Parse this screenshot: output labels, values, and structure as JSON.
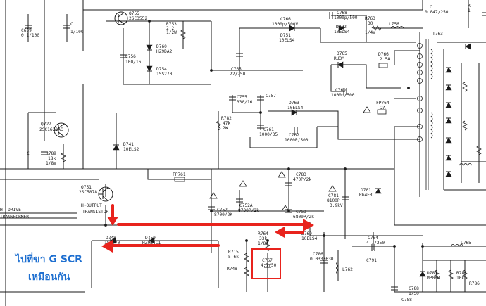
{
  "labels": {
    "c659": "C659",
    "c659v": "0.1/100",
    "c_top": "C",
    "c_topv": "1/100",
    "q755": "Q755",
    "q755v": "2SC3552",
    "r753": "R753",
    "r753v": "2.2",
    "r753w": "1/2W",
    "d760": "D760",
    "d760v": "HZ9DA2",
    "d754": "D754",
    "d754v": "1SS270",
    "c756": "C756",
    "c756v": "100/16",
    "c766": "C766",
    "c766v": "1000p/500V",
    "d751": "D751",
    "d751v": "10ELS4",
    "c768": "C768",
    "c768v": "1000p/500",
    "d762": "D762",
    "d762v": "10ELS4",
    "r763": "R763",
    "r763v": "30",
    "r763w": "1/4W",
    "l756": "L756",
    "d765": "D765",
    "d765v": "RU3M",
    "d766": "D766",
    "d766v": "2.5A",
    "c765": "C765",
    "c765v": "22/250",
    "c769": "C769",
    "c769v": "1000p/500",
    "c755": "C755",
    "c755v": "330/16",
    "c757": "C757",
    "d763": "D763",
    "d763v": "10ELS4",
    "fp764": "FP764",
    "fp764v": "2A",
    "q722": "Q722",
    "q722v": "2SC1623AC",
    "r782": "R782",
    "r782v": "47k",
    "r782w": "2W",
    "c761": "C761",
    "c761v": "1000/35",
    "c762": "C762",
    "c762v": "1000P/500",
    "d741": "D741",
    "d741v": "10ELS2",
    "r789": "R789",
    "r789v": "18k",
    "r789w": "1/8W",
    "c_ce": "C",
    "fp761": "FP761",
    "c783": "C783",
    "c783v": "470P/2k",
    "q751": "Q751",
    "q751v": "2SC5878",
    "h_output": "H-OUTPUT",
    "transistor": "TRANSISTOR",
    "h_drive": "H. DRIVE",
    "transformer": "TRANSFORMER",
    "c752a": "C752A",
    "c752av": "8700P/2k",
    "c752": "C752",
    "c752v": "8700/2K",
    "c753": "C753",
    "c753v": "6800P/2k",
    "d701": "D701",
    "d701v": "RG4FR",
    "c781": "C781",
    "c781v": "8100P",
    "c781w": "3.9kV",
    "d748": "D748",
    "d748v": "1SS270",
    "d750": "D750",
    "d750v": "HZ9B4C1",
    "r764": "R764",
    "r764v": "33k",
    "r764w": "1/8W",
    "d769": "D769",
    "d769v": "10ELS4",
    "c784": "C784",
    "c784v": "4.7/250",
    "r715": "R715",
    "r715v": "5.6k",
    "c767": "C767",
    "c767v": "4.7/50",
    "r748": "R748",
    "c786": "C786",
    "c786v": "0.033/630",
    "l762": "L762",
    "c791": "C791",
    "l765": "L765",
    "d781": "D781",
    "d781v": "MP08D",
    "r785": "R785",
    "r785v": "10k",
    "r786": "R786",
    "c788": "C788",
    "c788v": "1/50",
    "c788b": "C788",
    "c_top_right": "C",
    "c_top_rightv": "0.047/250",
    "t763": "T763",
    "r_tr": "R",
    "r_trv": "1"
  },
  "annotation": {
    "line1": "ไปที่ขา G SCR",
    "line2": "เหมือนกัน"
  },
  "colors": {
    "ink": "#1a1a1a",
    "highlight_red": "#e8231d",
    "note_blue": "#1e6fd0",
    "background": "#ffffff"
  }
}
